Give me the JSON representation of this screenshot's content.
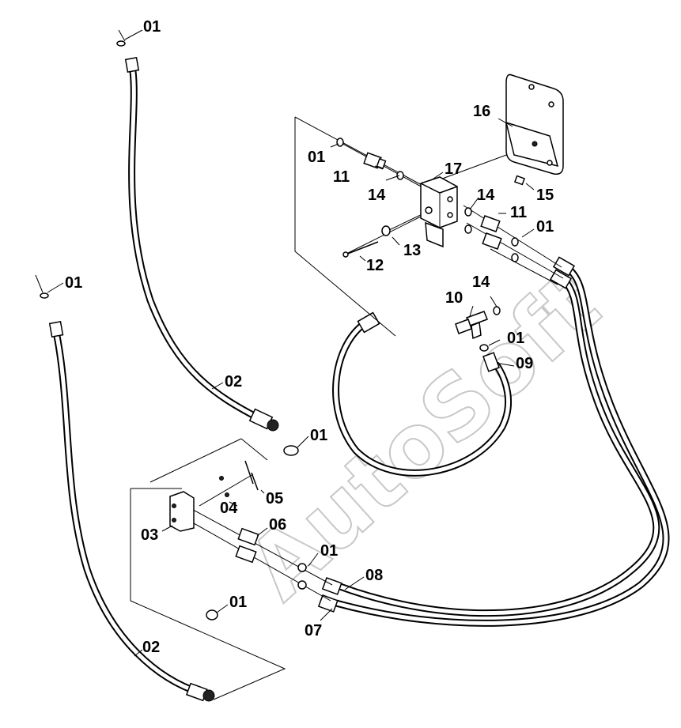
{
  "watermark": "AutoSoft",
  "callouts": [
    {
      "id": "c01a",
      "text": "01"
    },
    {
      "id": "c01b",
      "text": "01"
    },
    {
      "id": "c01c",
      "text": "01"
    },
    {
      "id": "c01d",
      "text": "01"
    },
    {
      "id": "c01e",
      "text": "01"
    },
    {
      "id": "c01f",
      "text": "01"
    },
    {
      "id": "c01g",
      "text": "01"
    },
    {
      "id": "c01h",
      "text": "01"
    },
    {
      "id": "c02a",
      "text": "02"
    },
    {
      "id": "c02b",
      "text": "02"
    },
    {
      "id": "c03",
      "text": "03"
    },
    {
      "id": "c04",
      "text": "04"
    },
    {
      "id": "c05",
      "text": "05"
    },
    {
      "id": "c06",
      "text": "06"
    },
    {
      "id": "c07",
      "text": "07"
    },
    {
      "id": "c08",
      "text": "08"
    },
    {
      "id": "c09",
      "text": "09"
    },
    {
      "id": "c10",
      "text": "10"
    },
    {
      "id": "c11a",
      "text": "11"
    },
    {
      "id": "c11b",
      "text": "11"
    },
    {
      "id": "c12",
      "text": "12"
    },
    {
      "id": "c13",
      "text": "13"
    },
    {
      "id": "c14a",
      "text": "14"
    },
    {
      "id": "c14b",
      "text": "14"
    },
    {
      "id": "c14c",
      "text": "14"
    },
    {
      "id": "c15",
      "text": "15"
    },
    {
      "id": "c16",
      "text": "16"
    },
    {
      "id": "c17",
      "text": "17"
    }
  ]
}
